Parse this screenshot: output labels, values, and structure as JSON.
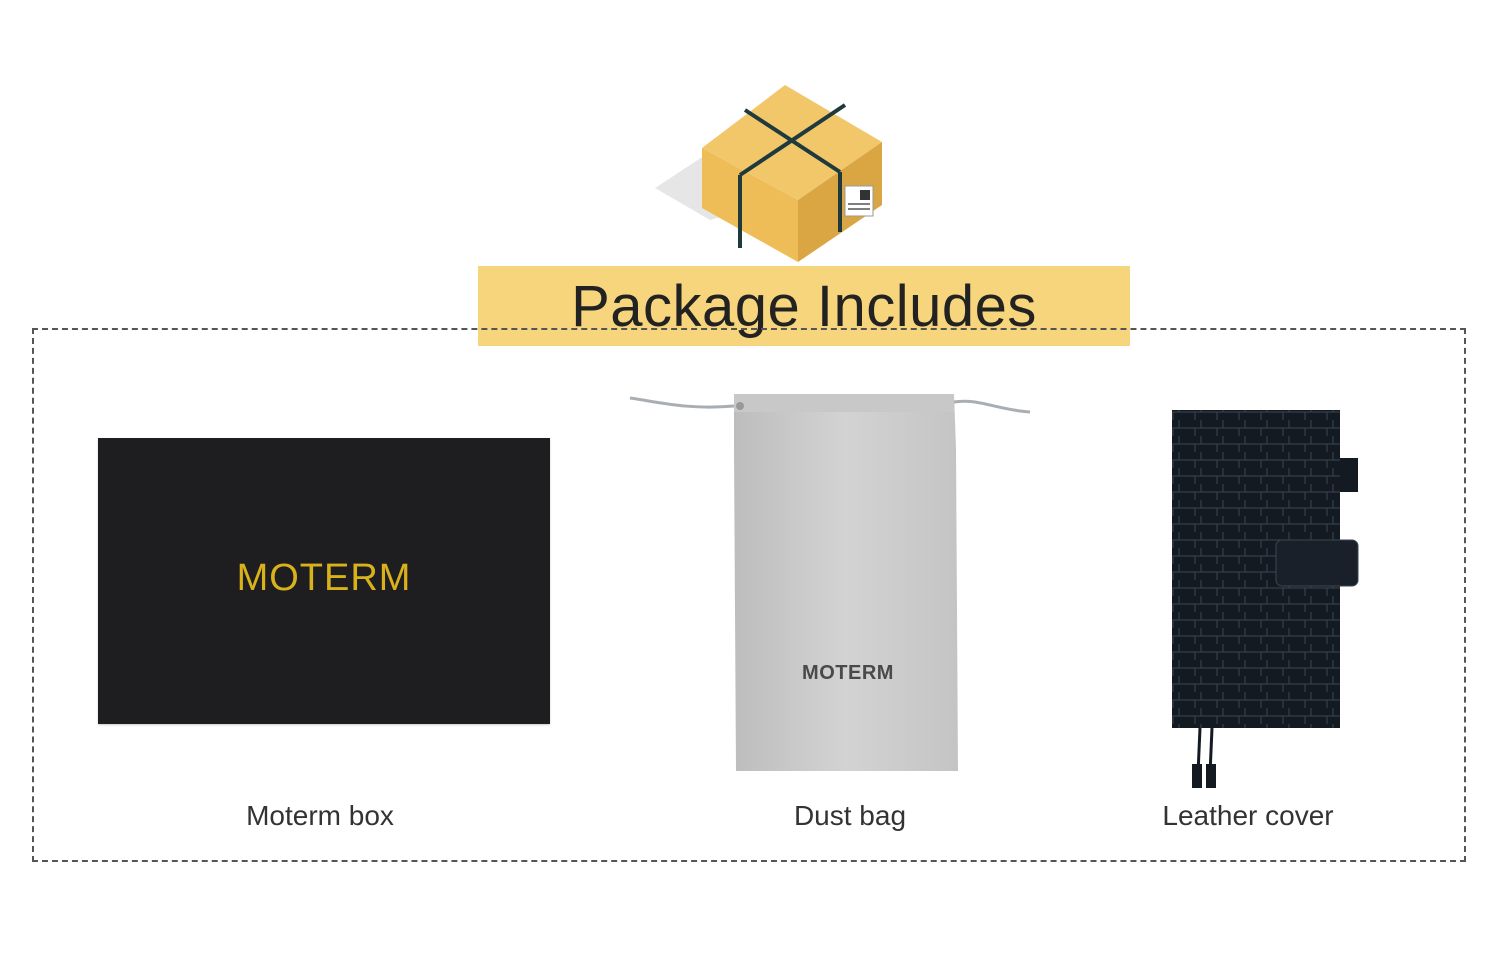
{
  "header": {
    "title": "Package Includes"
  },
  "items": [
    {
      "label": "Moterm box",
      "brand": "MOTERM"
    },
    {
      "label": "Dust bag",
      "brand": "MOTERM"
    },
    {
      "label": "Leather cover"
    }
  ],
  "colors": {
    "banner": "#f6d57c",
    "box": "#1e1e20",
    "gold_text": "#d9b21b",
    "bag": "#c9c9c9",
    "cover": "#11151c"
  }
}
